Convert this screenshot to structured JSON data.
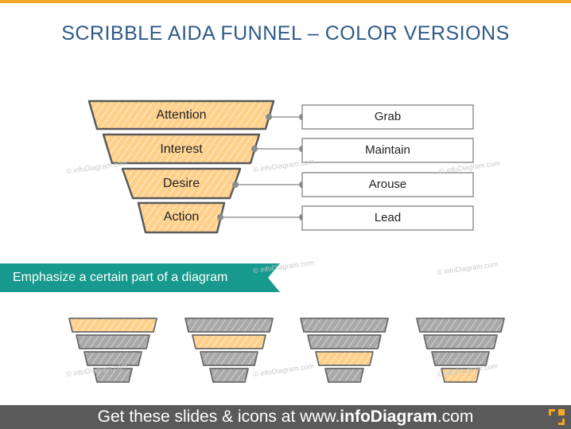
{
  "title": "SCRIBBLE AIDA FUNNEL – COLOR VERSIONS",
  "colors": {
    "accent_orange": "#f5a623",
    "title_blue": "#2e5a87",
    "funnel_fill": "#ffd08a",
    "funnel_gray": "#a9a9a9",
    "teal_banner": "#17998e",
    "footer_bg": "#5a5a5a"
  },
  "funnel": {
    "levels": [
      {
        "label": "Attention",
        "target": "Grab"
      },
      {
        "label": "Interest",
        "target": "Maintain"
      },
      {
        "label": "Desire",
        "target": "Arouse"
      },
      {
        "label": "Action",
        "target": "Lead"
      }
    ]
  },
  "banner": {
    "text": "Emphasize a certain part of a diagram"
  },
  "variants": [
    {
      "highlight_level": 1
    },
    {
      "highlight_level": 2
    },
    {
      "highlight_level": 3
    },
    {
      "highlight_level": 4
    }
  ],
  "watermark": "© infoDiagram.com",
  "footer": {
    "prefix": "Get these slides & icons at www.",
    "brand": "infoDiagram",
    "suffix": ".com",
    "icon": "infodiagram-logo-icon"
  }
}
